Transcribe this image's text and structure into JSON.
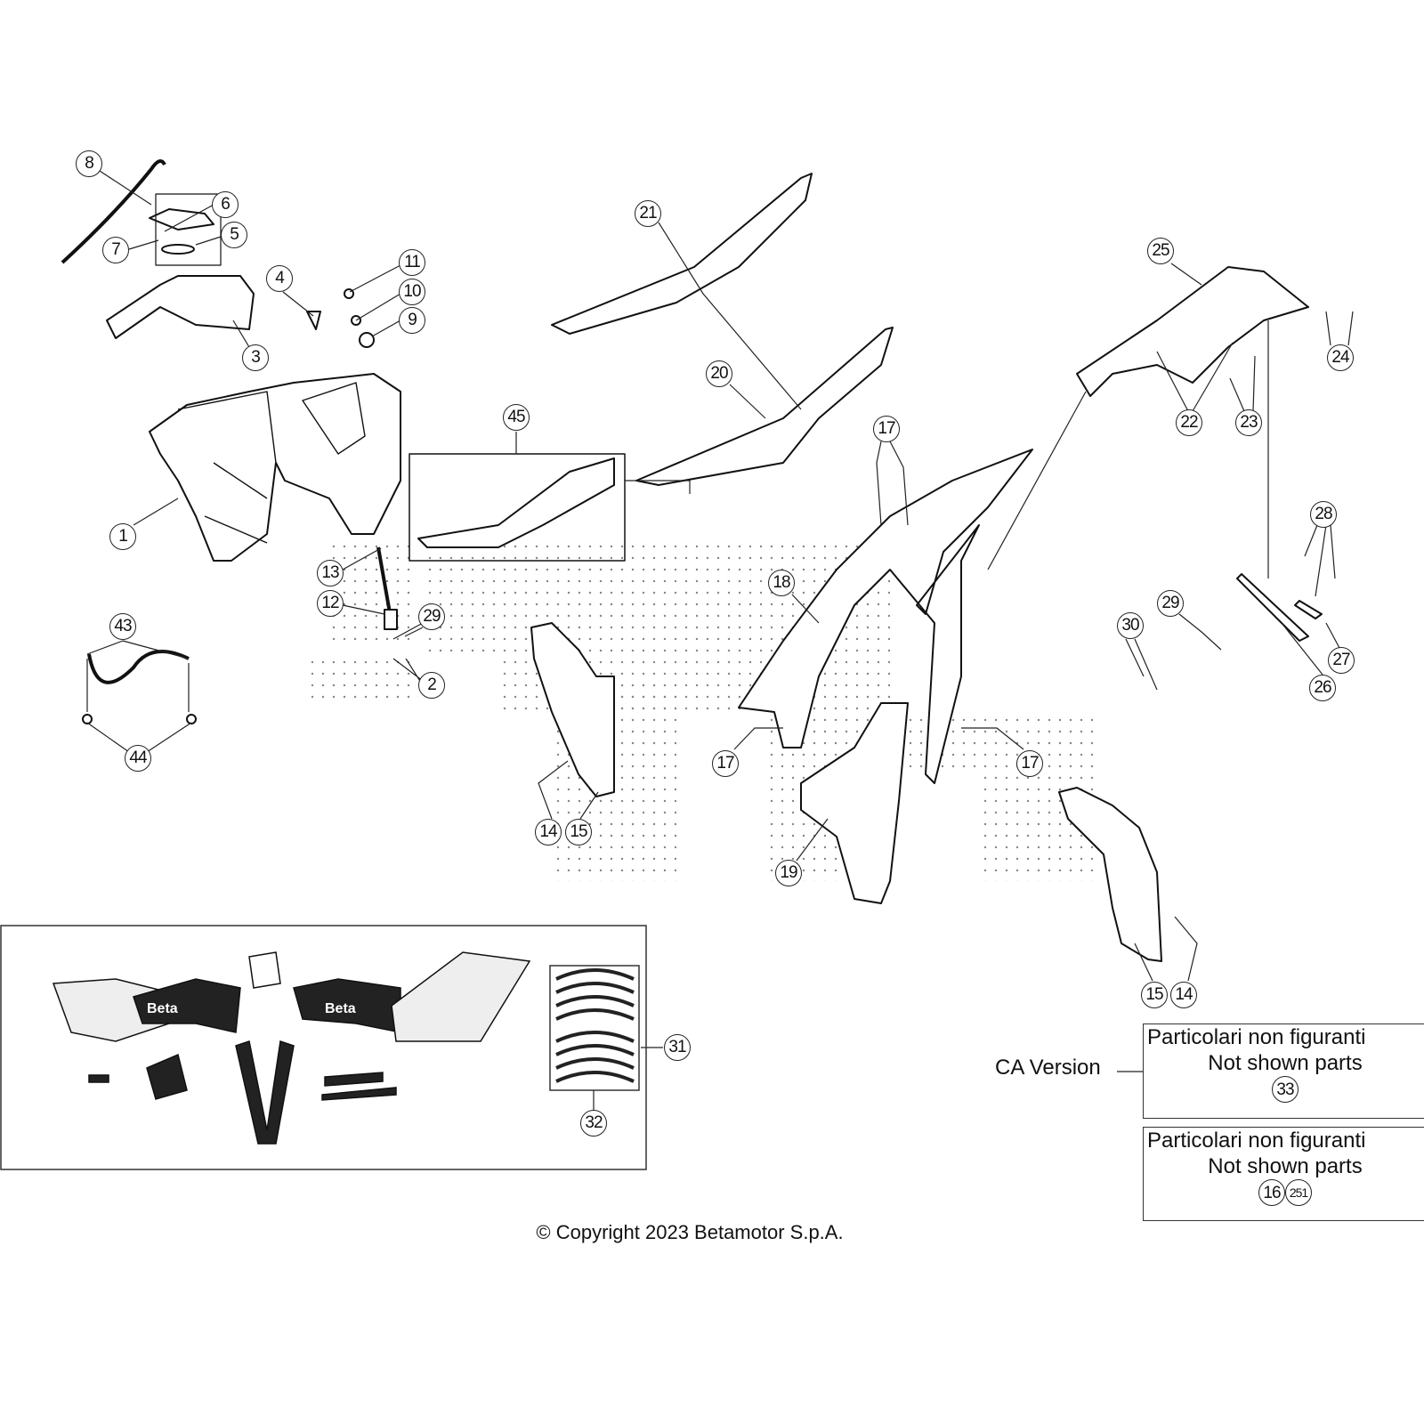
{
  "diagram": {
    "callouts": [
      "8",
      "6",
      "5",
      "7",
      "3",
      "4",
      "11",
      "10",
      "9",
      "1",
      "13",
      "12",
      "29",
      "2",
      "43",
      "44",
      "45",
      "21",
      "20",
      "25",
      "24",
      "22",
      "23",
      "17",
      "18",
      "17",
      "17",
      "19",
      "14",
      "15",
      "28",
      "29",
      "30",
      "27",
      "26",
      "15",
      "14",
      "31",
      "32"
    ],
    "notes": [
      {
        "line1": "Particolari non figuranti",
        "line2": "Not shown parts",
        "refs": [
          "33"
        ]
      },
      {
        "line1": "Particolari non figuranti",
        "line2": "Not shown parts",
        "refs": [
          "16",
          "251"
        ]
      }
    ],
    "ca_version_label": "CA Version",
    "decal_brand": "Beta",
    "copyright": "© Copyright 2023 Betamotor S.p.A."
  }
}
